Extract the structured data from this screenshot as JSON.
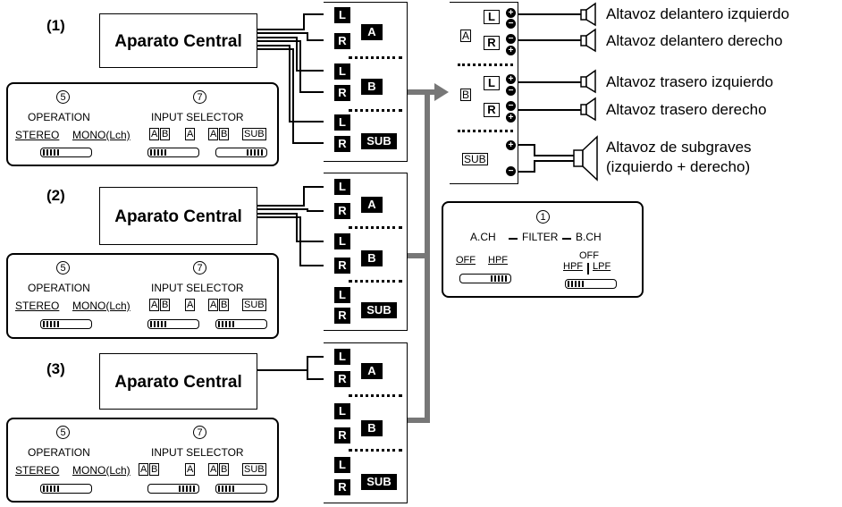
{
  "configs": [
    {
      "caption": "(1)",
      "unit": "Aparato Central",
      "operation": {
        "num": "5",
        "title": "OPERATION",
        "left": "STEREO",
        "right": "MONO(Lch)"
      },
      "input": {
        "num": "7",
        "title": "INPUT SELECTOR",
        "g1": [
          "A",
          "B"
        ],
        "g2": "A",
        "g3": [
          "A",
          "B"
        ],
        "g4": "SUB"
      }
    },
    {
      "caption": "(2)",
      "unit": "Aparato Central",
      "operation": {
        "num": "5",
        "title": "OPERATION",
        "left": "STEREO",
        "right": "MONO(Lch)"
      },
      "input": {
        "num": "7",
        "title": "INPUT SELECTOR",
        "g1": [
          "A",
          "B"
        ],
        "g2": "A",
        "g3": [
          "A",
          "B"
        ],
        "g4": "SUB"
      }
    },
    {
      "caption": "(3)",
      "unit": "Aparato Central",
      "operation": {
        "num": "5",
        "title": "OPERATION",
        "left": "STEREO",
        "right": "MONO(Lch)"
      },
      "input": {
        "num": "7",
        "title": "INPUT SELECTOR",
        "g1": [
          "A",
          "B"
        ],
        "g2": "A",
        "g3": [
          "A",
          "B"
        ],
        "g4": "SUB"
      }
    }
  ],
  "channels": {
    "left": "L",
    "right": "R",
    "a": "A",
    "b": "B",
    "sub": "SUB"
  },
  "speakers": [
    "Altavoz delantero izquierdo",
    "Altavoz delantero derecho",
    "Altavoz trasero izquierdo",
    "Altavoz trasero derecho",
    "Altavoz de subgraves",
    "(izquierdo + derecho)"
  ],
  "filter": {
    "num": "1",
    "title_a": "A.CH",
    "title_mid": "FILTER",
    "title_b": "B.CH",
    "off1": "OFF",
    "hpf1": "HPF",
    "off2": "OFF",
    "hpf2": "HPF",
    "lpf2": "LPF"
  },
  "signs": {
    "plus": "+",
    "minus": "−"
  }
}
